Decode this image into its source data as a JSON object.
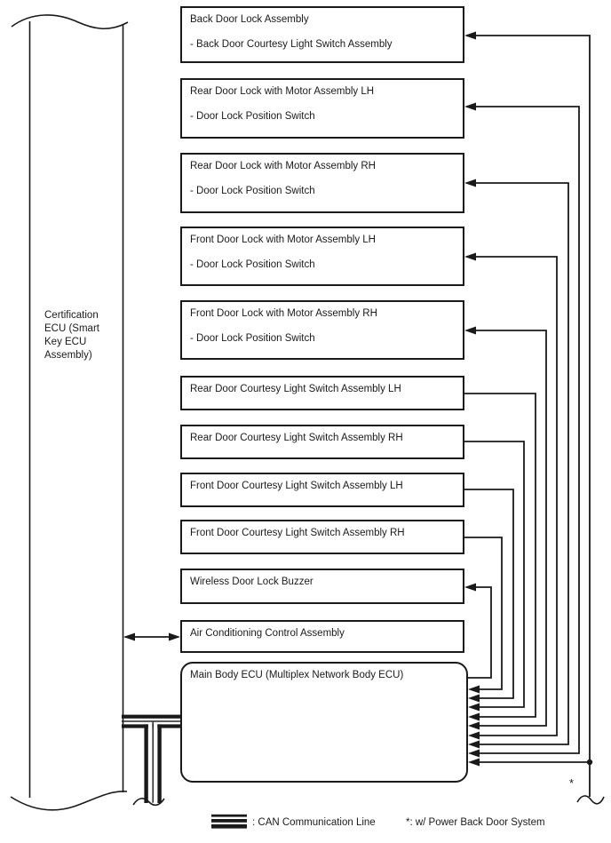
{
  "diagram": {
    "left_module": {
      "label": "Certification\nECU (Smart\nKey ECU\nAssembly)"
    },
    "devices": [
      {
        "title": "Back Door Lock Assembly",
        "sub": "- Back Door Courtesy Light Switch Assembly"
      },
      {
        "title": "Rear Door Lock with Motor Assembly LH",
        "sub": "- Door Lock Position Switch"
      },
      {
        "title": "Rear Door Lock with Motor Assembly RH",
        "sub": "- Door Lock Position Switch"
      },
      {
        "title": "Front Door Lock with Motor Assembly LH",
        "sub": "- Door Lock Position Switch"
      },
      {
        "title": "Front Door Lock with Motor Assembly RH",
        "sub": "- Door Lock Position Switch"
      },
      {
        "title": "Rear Door Courtesy Light Switch Assembly LH"
      },
      {
        "title": "Rear Door Courtesy Light Switch Assembly RH"
      },
      {
        "title": "Front Door Courtesy Light Switch Assembly LH"
      },
      {
        "title": "Front Door Courtesy Light Switch Assembly RH"
      },
      {
        "title": "Wireless Door Lock Buzzer"
      },
      {
        "title": "Air Conditioning Control Assembly"
      },
      {
        "title": "Main Body ECU (Multiplex Network Body ECU)"
      }
    ],
    "footnote_marker": "*",
    "legend": {
      "can_label": ": CAN Communication Line",
      "note": "*: w/ Power Back Door System"
    },
    "colors": {
      "line": "#1a1a1a",
      "background": "#ffffff"
    }
  }
}
